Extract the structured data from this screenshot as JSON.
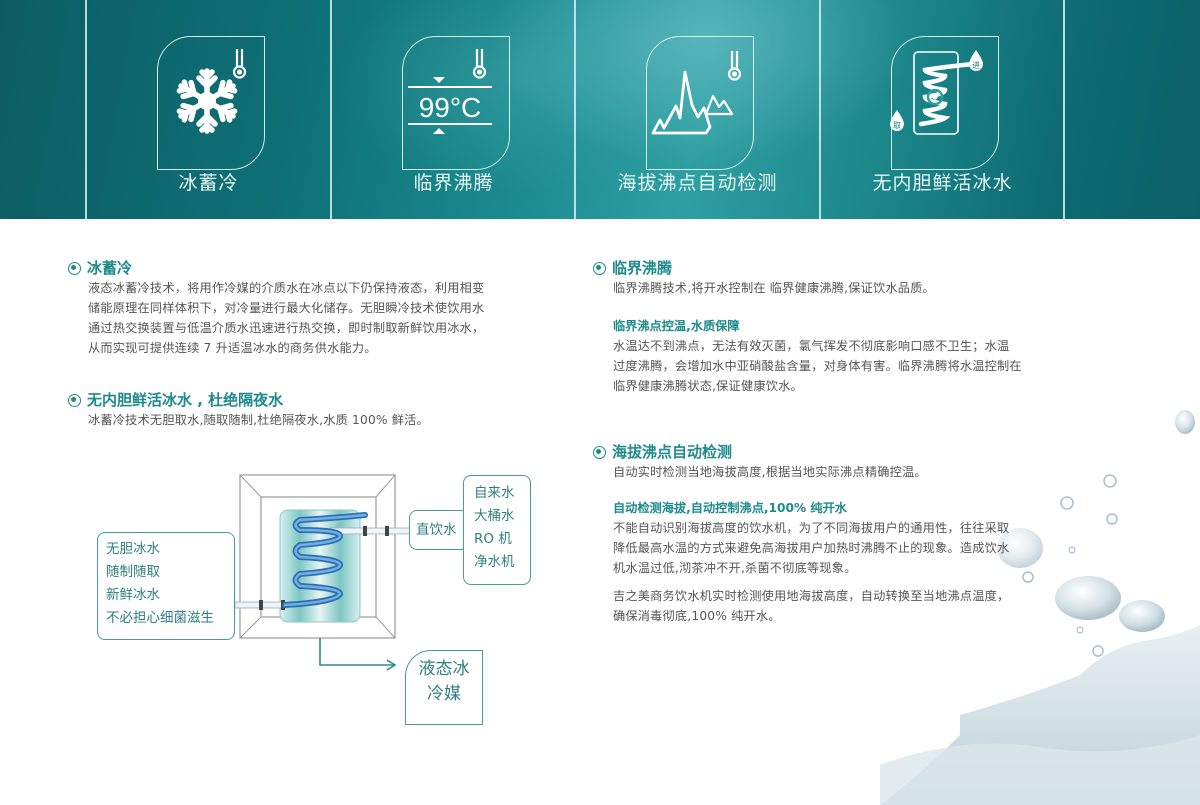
{
  "banner": {
    "features": [
      {
        "label": "冰蓄冷",
        "icon": "snowflake-thermometer-icon"
      },
      {
        "label": "临界沸腾",
        "icon": "boiling-99c-icon",
        "temp_text": "99°C"
      },
      {
        "label": "海拔沸点自动检测",
        "icon": "mountain-thermometer-icon"
      },
      {
        "label": "无内胆鲜活冰水",
        "icon": "coil-tank-icon",
        "in_label": "进",
        "out_label": "取"
      }
    ]
  },
  "sections": {
    "ice_storage": {
      "title": "冰蓄冷",
      "body": [
        "液态冰蓄冷技术，将用作冷媒的介质水在冰点以下仍保持液态，利用相变",
        "储能原理在同样体积下，对冷量进行最大化储存。无胆瞬冷技术使饮用水",
        "通过热交换装置与低温介质水迅速进行热交换，即时制取新鲜饮用冰水，",
        "从而实现可提供连续 7 升适温冰水的商务供水能力。"
      ]
    },
    "no_tank": {
      "title": "无内胆鲜活冰水 , 杜绝隔夜水",
      "body": [
        "冰蓄冷技术无胆取水,随取随制,杜绝隔夜水,水质 100% 鲜活。"
      ]
    },
    "critical_boiling": {
      "title": "临界沸腾",
      "body": [
        "临界沸腾技术,将开水控制在 临界健康沸腾,保证饮水品质。"
      ],
      "subtitle": "临界沸点控温,水质保障",
      "detail": [
        "水温达不到沸点，无法有效灭菌，氯气挥发不彻底影响口感不卫生；水温",
        "过度沸腾，会增加水中亚硝酸盐含量，对身体有害。临界沸腾将水温控制在",
        "临界健康沸腾状态,保证健康饮水。"
      ]
    },
    "altitude": {
      "title": "海拔沸点自动检测",
      "body": [
        "自动实时检测当地海拔高度,根据当地实际沸点精确控温。"
      ],
      "subtitle": "自动检测海拔,自动控制沸点,100% 纯开水",
      "detail": [
        "不能自动识别海拔高度的饮水机，为了不同海拔用户的通用性，往往采取",
        "降低最高水温的方式来避免高海拔用户加热时沸腾不止的现象。造成饮水",
        "机水温过低,沏茶冲不开,杀菌不彻底等现象。"
      ],
      "detail2": [
        "吉之美商务饮水机实时检测使用地海拔高度，自动转换至当地沸点温度，",
        "确保消毒彻底,100% 纯开水。"
      ]
    }
  },
  "diagram": {
    "left_callout": [
      "无胆冰水",
      "随制随取",
      "新鲜冰水",
      "不必担心细菌滋生"
    ],
    "right_label": "直饮水",
    "right_sources": [
      "自来水",
      "大桶水",
      "RO 机",
      "净水机"
    ],
    "bottom_callout": [
      "液态冰",
      "冷媒"
    ]
  },
  "colors": {
    "accent": "#1e8a8c",
    "banner_dark": "#0c5d63",
    "banner_light": "#2e9fa2",
    "body_text": "#555555"
  }
}
